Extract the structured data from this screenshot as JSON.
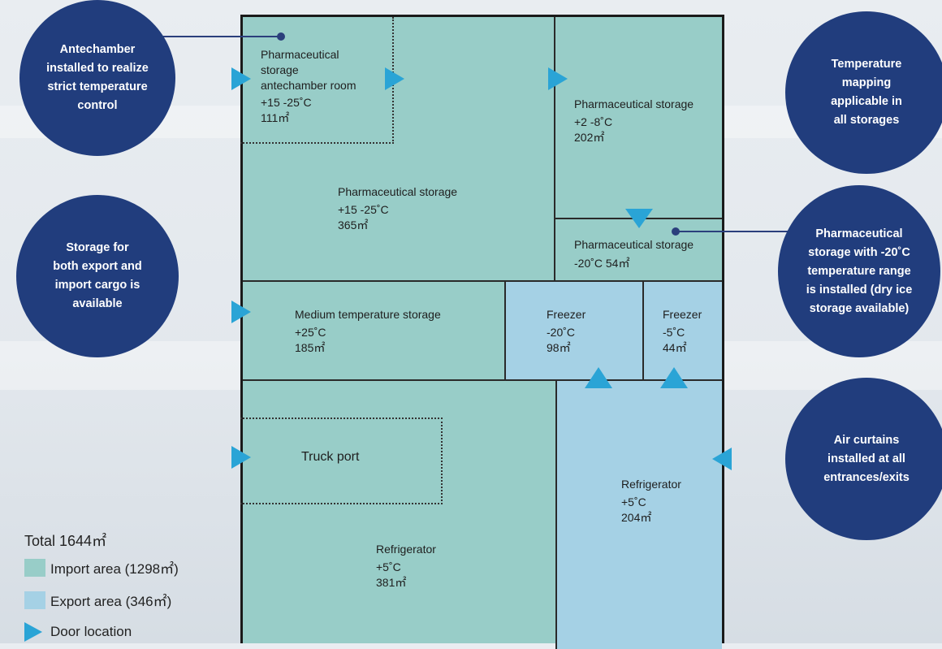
{
  "rooms": {
    "antechamber": {
      "line1": "Pharmaceutical",
      "line2": "storage",
      "line3": "antechamber room",
      "temp": "+15 -25˚C",
      "area": "111㎡"
    },
    "main": {
      "name": "Pharmaceutical storage",
      "temp": "+15 -25˚C",
      "area": "365㎡"
    },
    "cold": {
      "name": "Pharmaceutical storage",
      "temp": "+2 -8˚C",
      "area": "202㎡"
    },
    "minus20": {
      "name": "Pharmaceutical storage",
      "temp": "-20˚C  54㎡"
    },
    "medium": {
      "name": "Medium temperature storage",
      "temp": "+25˚C",
      "area": "185㎡"
    },
    "freezer1": {
      "name": "Freezer",
      "temp": "-20˚C",
      "area": "98㎡"
    },
    "freezer2": {
      "name": "Freezer",
      "temp": "-5˚C",
      "area": "44㎡"
    },
    "truck": {
      "name": "Truck port"
    },
    "fridge_import": {
      "name": "Refrigerator",
      "temp": "+5˚C",
      "area": "381㎡"
    },
    "fridge_export": {
      "name": "Refrigerator",
      "temp": "+5˚C",
      "area": "204㎡"
    }
  },
  "callouts": {
    "antechamber": {
      "l1": "Antechamber",
      "l2": "installed to realize",
      "l3": "strict temperature",
      "l4": "control"
    },
    "export_import": {
      "l1": "Storage for",
      "l2": "both export and",
      "l3": "import cargo is",
      "l4": "available"
    },
    "mapping": {
      "l1": "Temperature",
      "l2": "mapping",
      "l3": "applicable in",
      "l4": "all storages"
    },
    "minus20": {
      "l1": "Pharmaceutical",
      "l2": "storage with -20˚C",
      "l3": "temperature range",
      "l4": "is installed (dry ice",
      "l5": "storage available)"
    },
    "air": {
      "l1": "Air curtains",
      "l2": "installed at all",
      "l3": "entrances/exits"
    }
  },
  "legend": {
    "total": "Total 1644㎡",
    "import": "Import area (1298㎡)",
    "export": "Export area (346㎡)",
    "door": "Door location"
  },
  "colors": {
    "import": "#98cdc8",
    "export": "#a5d1e5",
    "door": "#2aa4d6",
    "callout": "#213d7d"
  }
}
